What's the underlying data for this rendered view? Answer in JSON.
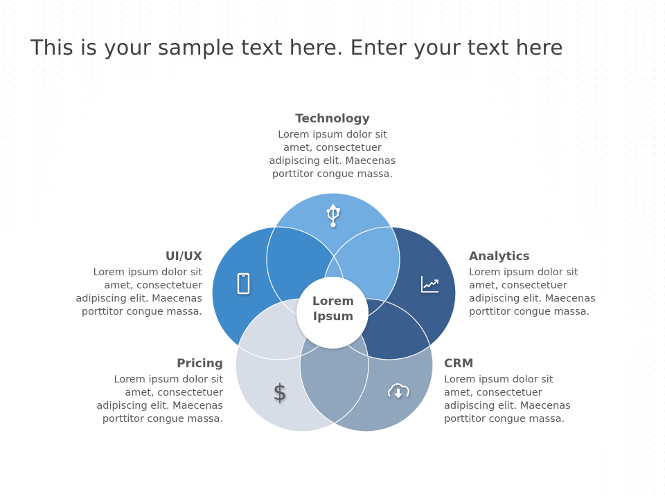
{
  "title": "This is your sample text here. Enter your text here",
  "center": {
    "line1": "Lorem",
    "line2": "Ipsum"
  },
  "segments": [
    {
      "id": "technology",
      "heading": "Technology",
      "icon": "usb-icon",
      "color": "#71ade0",
      "lines": [
        "Lorem ipsum dolor sit",
        "amet, consectetuer",
        "adipiscing elit. Maecenas",
        "porttitor congue massa."
      ]
    },
    {
      "id": "ui-ux",
      "heading": "UI/UX",
      "icon": "smartphone-icon",
      "color": "#3e8acb",
      "lines": [
        "Lorem ipsum dolor sit",
        "amet, consectetuer",
        "adipiscing elit. Maecenas",
        "porttitor congue massa."
      ]
    },
    {
      "id": "analytics",
      "heading": "Analytics",
      "icon": "line-chart-icon",
      "color": "#3a5e8e",
      "lines": [
        "Lorem ipsum dolor sit",
        "amet, consectetuer",
        "adipiscing elit. Maecenas",
        "porttitor congue massa."
      ]
    },
    {
      "id": "pricing",
      "heading": "Pricing",
      "icon": "dollar-icon",
      "color": "#d7dde6",
      "lines": [
        "Lorem ipsum dolor sit",
        "amet, consectetuer",
        "adipiscing elit. Maecenas",
        "porttitor congue massa."
      ]
    },
    {
      "id": "crm",
      "heading": "CRM",
      "icon": "cloud-download-icon",
      "color": "#8fa6bd",
      "lines": [
        "Lorem ipsum dolor sit",
        "amet, consectetuer",
        "adipiscing elit. Maecenas",
        "porttitor congue massa."
      ]
    }
  ],
  "icons": {
    "dollar": "$"
  }
}
